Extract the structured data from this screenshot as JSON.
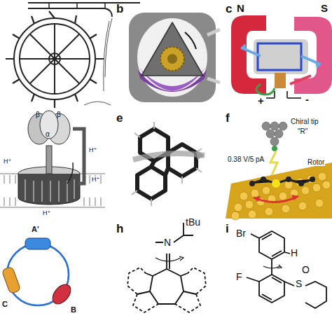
{
  "diagram": {
    "labels": [
      "b",
      "c",
      "N",
      "S",
      "+",
      "-",
      "e",
      "f",
      "Chiral tip",
      "\"R\"",
      "0.38 V/5 pA",
      "Rotor",
      "β",
      "β",
      "α",
      "H⁺",
      "H⁺",
      "H⁺",
      "H⁺",
      "A'",
      "C",
      "B",
      "h",
      "i",
      "N",
      "tBu",
      "Br",
      "H",
      "F",
      "S",
      "O"
    ]
  }
}
